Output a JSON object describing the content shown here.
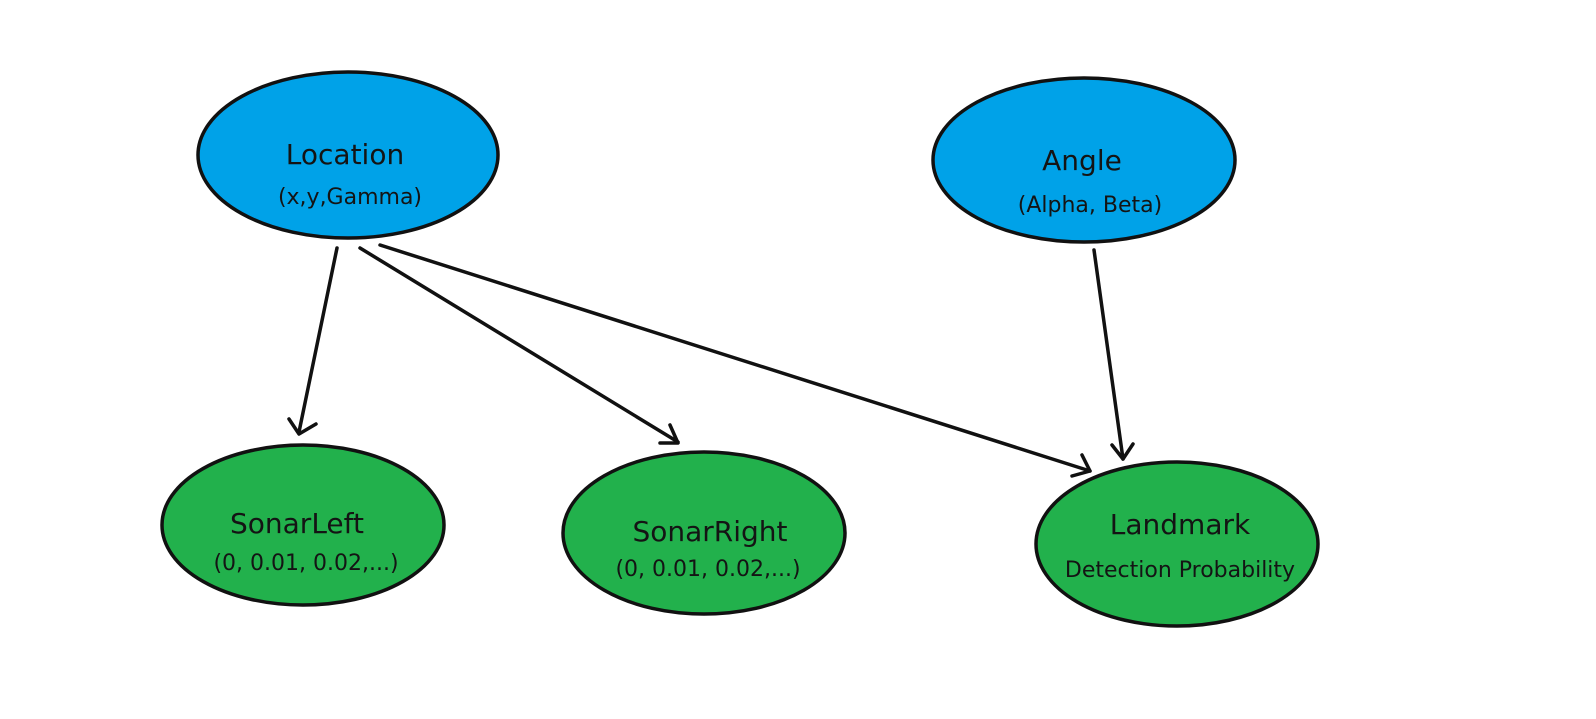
{
  "colors": {
    "parent_fill": "#00a2e8",
    "child_fill": "#22b14c",
    "stroke": "#111111",
    "background": "#ffffff"
  },
  "nodes": [
    {
      "id": "location",
      "title": "Location",
      "subtitle": "(x,y,Gamma)",
      "kind": "parent"
    },
    {
      "id": "angle",
      "title": "Angle",
      "subtitle": "(Alpha, Beta)",
      "kind": "parent"
    },
    {
      "id": "sonar-left",
      "title": "SonarLeft",
      "subtitle": "(0, 0.01, 0.02,...)",
      "kind": "child"
    },
    {
      "id": "sonar-right",
      "title": "SonarRight",
      "subtitle": "(0, 0.01, 0.02,...)",
      "kind": "child"
    },
    {
      "id": "landmark",
      "title": "Landmark",
      "subtitle": "Detection Probability",
      "kind": "child"
    }
  ],
  "edges": [
    {
      "from": "location",
      "to": "sonar-left"
    },
    {
      "from": "location",
      "to": "sonar-right"
    },
    {
      "from": "location",
      "to": "landmark"
    },
    {
      "from": "angle",
      "to": "landmark"
    }
  ]
}
